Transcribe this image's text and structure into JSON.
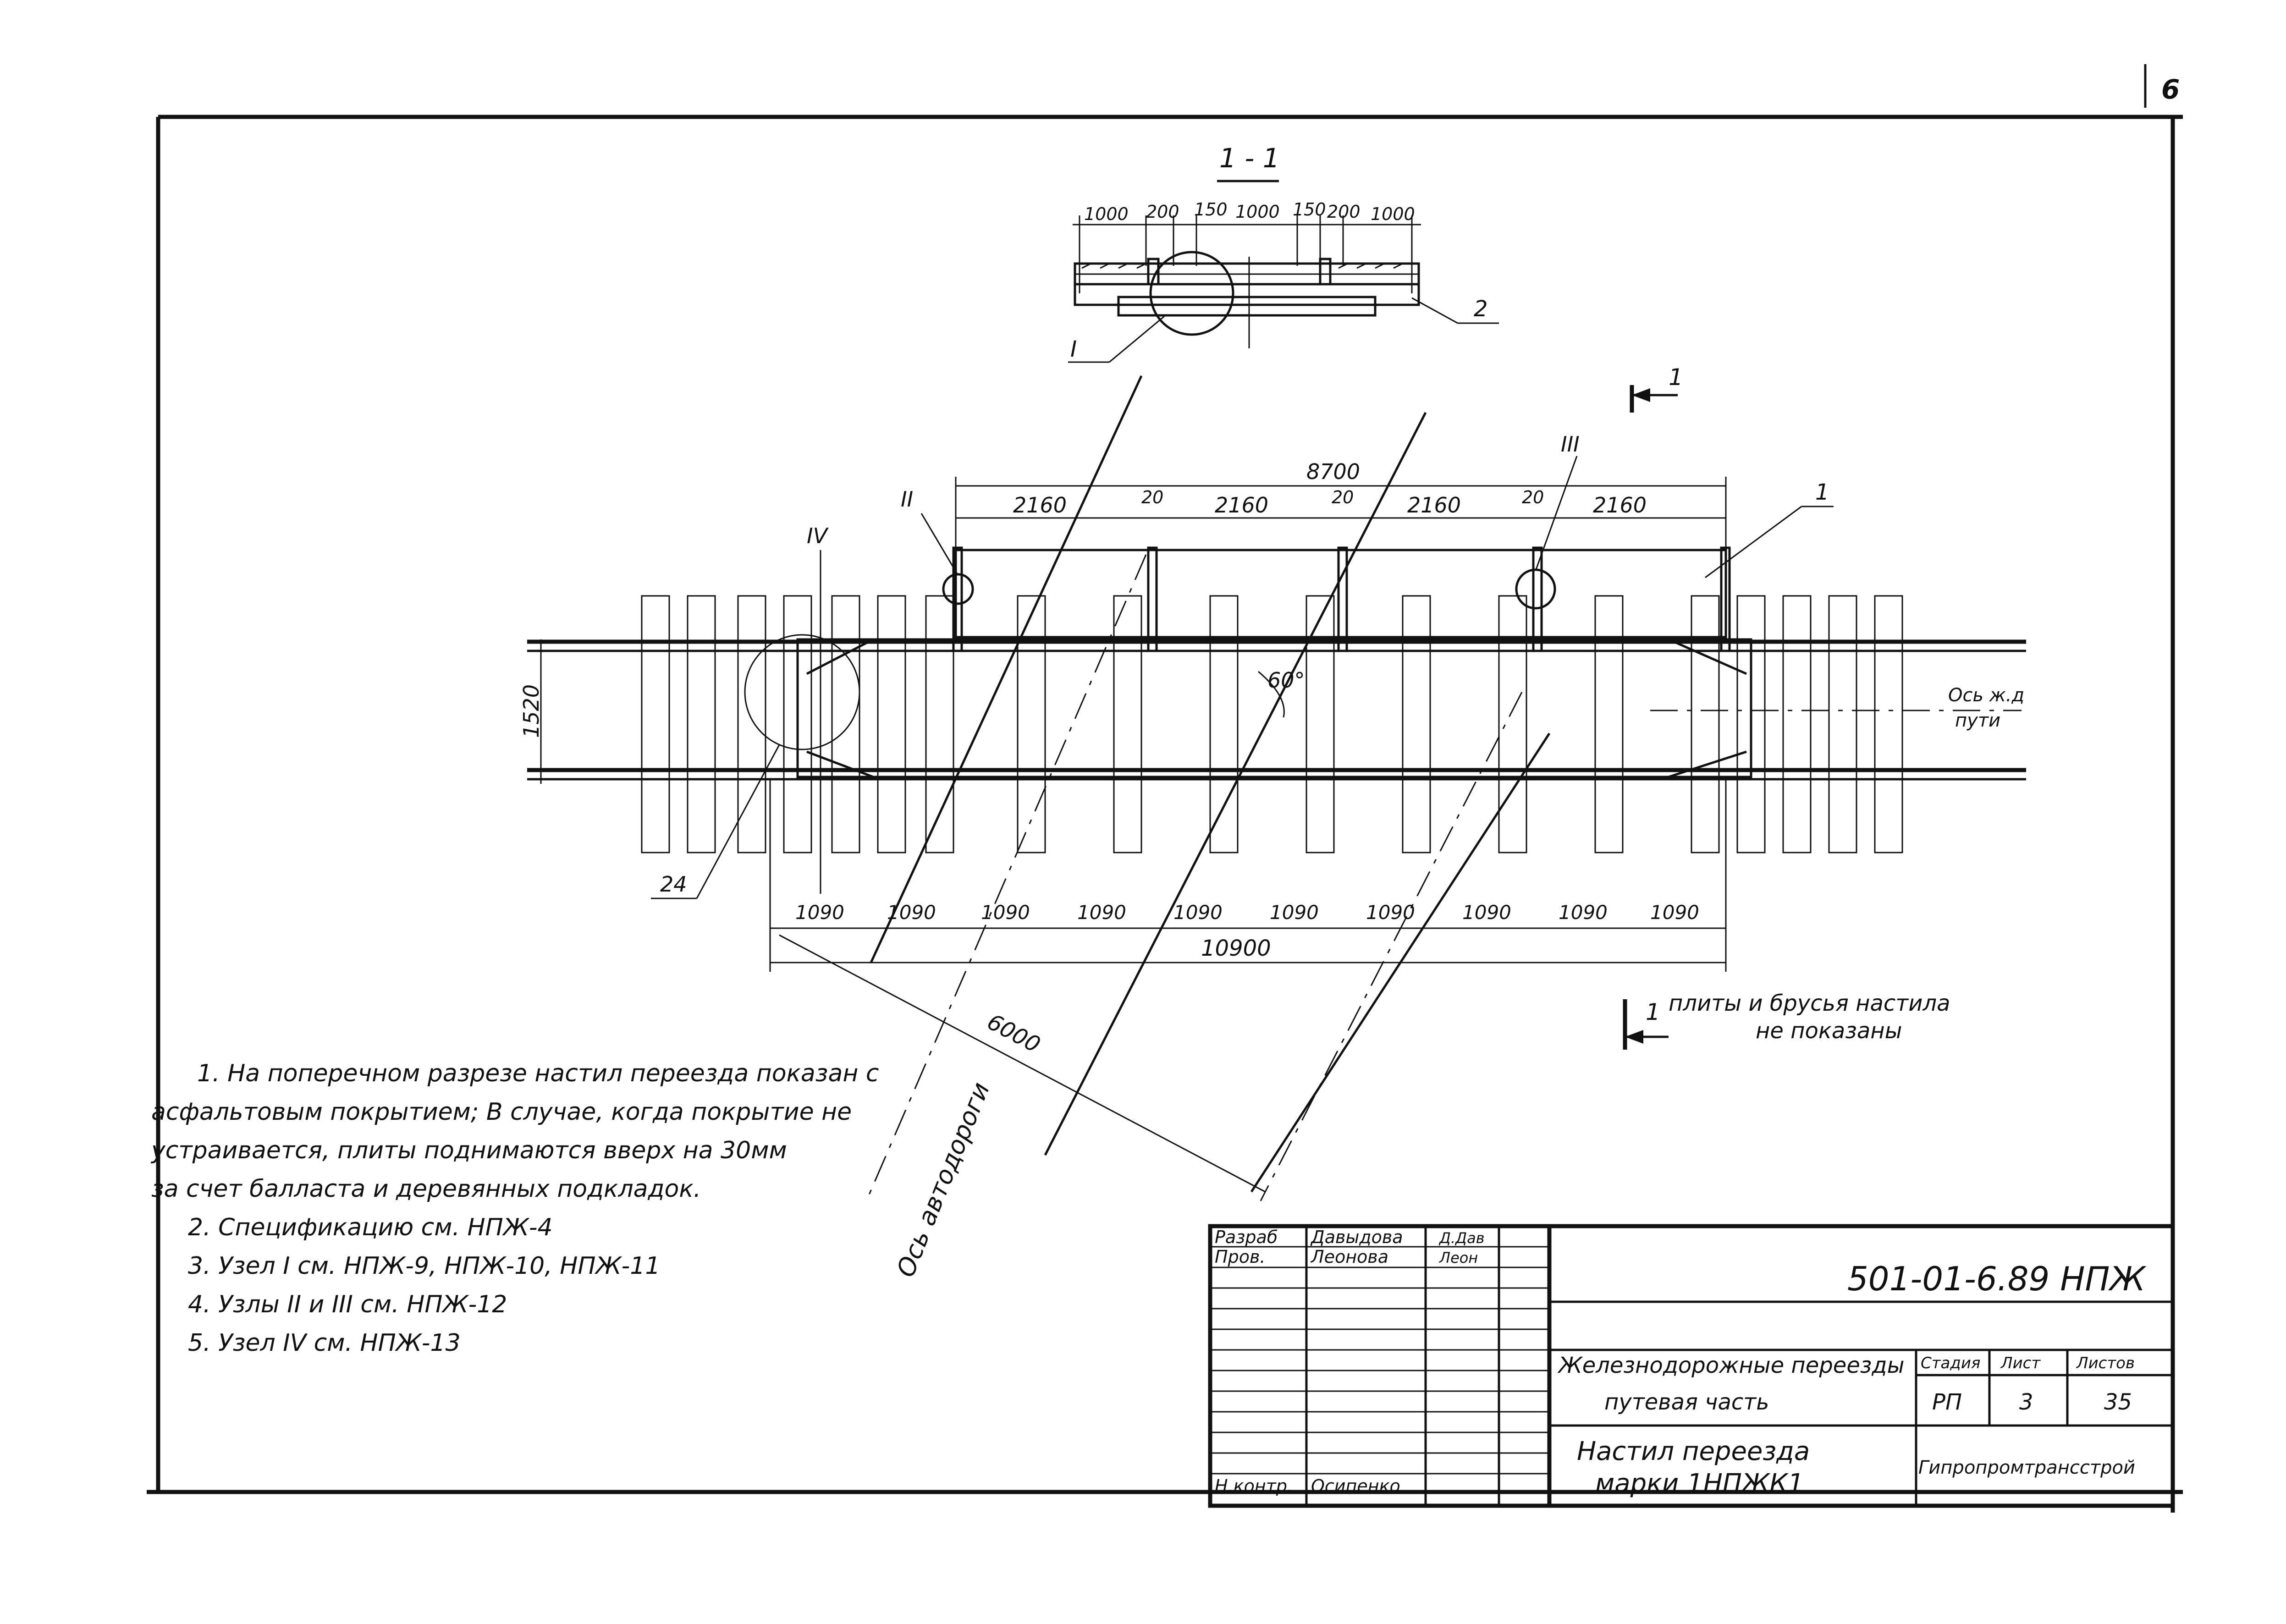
{
  "sheet_number": "6",
  "section": {
    "title": "1 - 1",
    "dims": [
      "1000",
      "200",
      "150",
      "1000",
      "150",
      "200",
      "1000"
    ],
    "callout_2": "2",
    "callout_node_1": "I"
  },
  "plan": {
    "section_mark_top": "1",
    "section_mark_bottom": "1",
    "dim_total_top": "8700",
    "dims_top": [
      "2160",
      "20",
      "2160",
      "20",
      "2160",
      "20",
      "2160"
    ],
    "node_II": "II",
    "node_III": "III",
    "node_IV": "IV",
    "callout_1": "1",
    "callout_24": "24",
    "gauge": "1520",
    "angle": "60°",
    "track_axis_line1": "Ось ж.д",
    "track_axis_line2": "пути",
    "dims_bottom": [
      "1090",
      "1090",
      "1090",
      "1090",
      "1090",
      "1090",
      "1090",
      "1090",
      "1090",
      "1090"
    ],
    "dim_total_bottom": "10900",
    "dim_diag": "6000",
    "road_axis": "Ось автодороги",
    "not_shown_line1": "плиты и брусья настила",
    "not_shown_line2": "не показаны"
  },
  "notes": [
    "1. На поперечном разрезе настил переезда показан с",
    "асфальтовым покрытием; В случае, когда покрытие не",
    "устраивается, плиты поднимаются вверх на 30мм",
    "за счет балласта и деревянных подкладок.",
    "2. Спецификацию см. НПЖ-4",
    "3. Узел I см. НПЖ-9, НПЖ-10, НПЖ-11",
    "4. Узлы II и III см. НПЖ-12",
    "5. Узел IV см. НПЖ-13"
  ],
  "title_block": {
    "role_developed": "Разраб",
    "role_checked": "Пров.",
    "name_developed": "Давыдова",
    "name_checked": "Леонова",
    "sig_developed": "Д.Дав",
    "sig_checked": "Леон",
    "role_norm_control": "Н.контр.",
    "name_norm_control": "Осипенко",
    "doc_code": "501-01-6.89 НПЖ",
    "project_line1": "Железнодорожные переезды",
    "project_line2": "путевая часть",
    "stage_header": "Стадия",
    "sheet_header": "Лист",
    "sheets_header": "Листов",
    "stage": "РП",
    "sheet": "3",
    "sheets": "35",
    "drawing_title_line1": "Настил переезда",
    "drawing_title_line2": "марки 1НПЖК1",
    "organization": "Гипропромтрансстрой"
  }
}
